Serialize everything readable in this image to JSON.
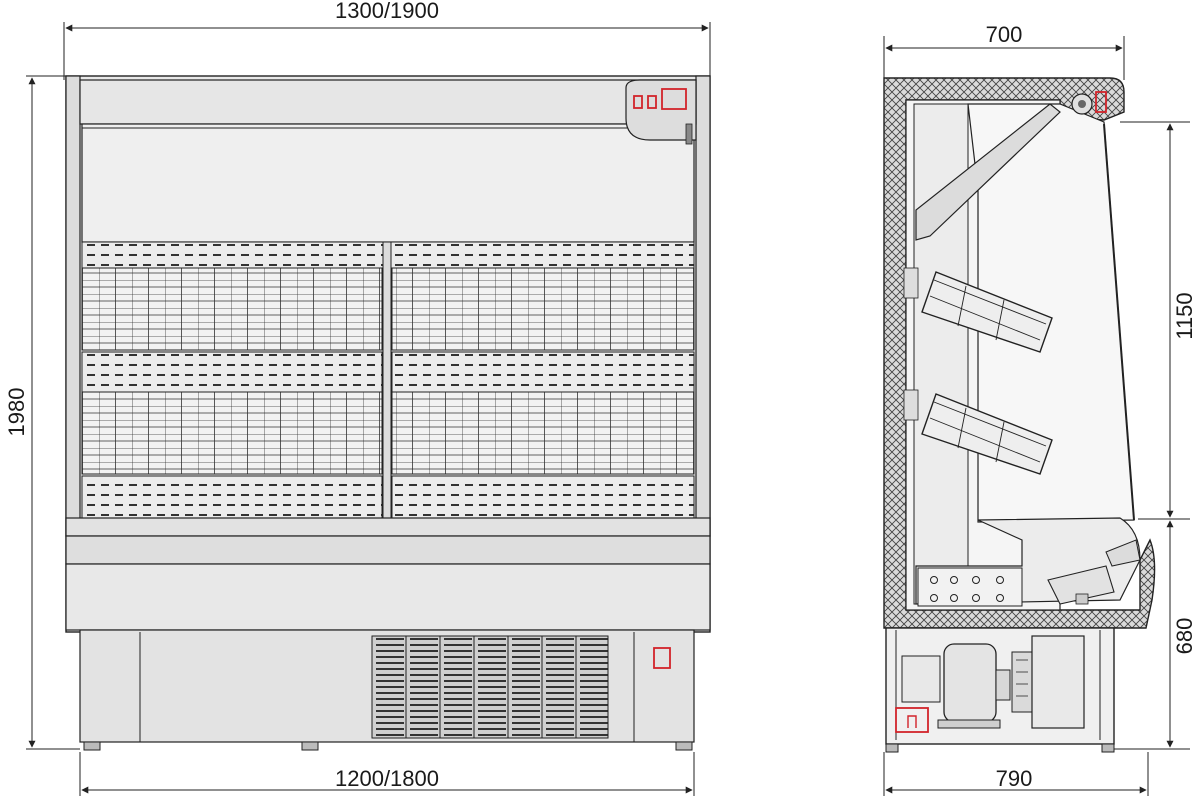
{
  "dimensions": {
    "front_top_width": "1300/1900",
    "front_bottom_width": "1200/1800",
    "front_height": "1980",
    "side_top_depth": "700",
    "side_bottom_depth": "790",
    "side_display_height": "1150",
    "side_base_height": "680"
  },
  "colors": {
    "line": "#222222",
    "body": "#e9e9e9",
    "marker": "#d2232a"
  }
}
